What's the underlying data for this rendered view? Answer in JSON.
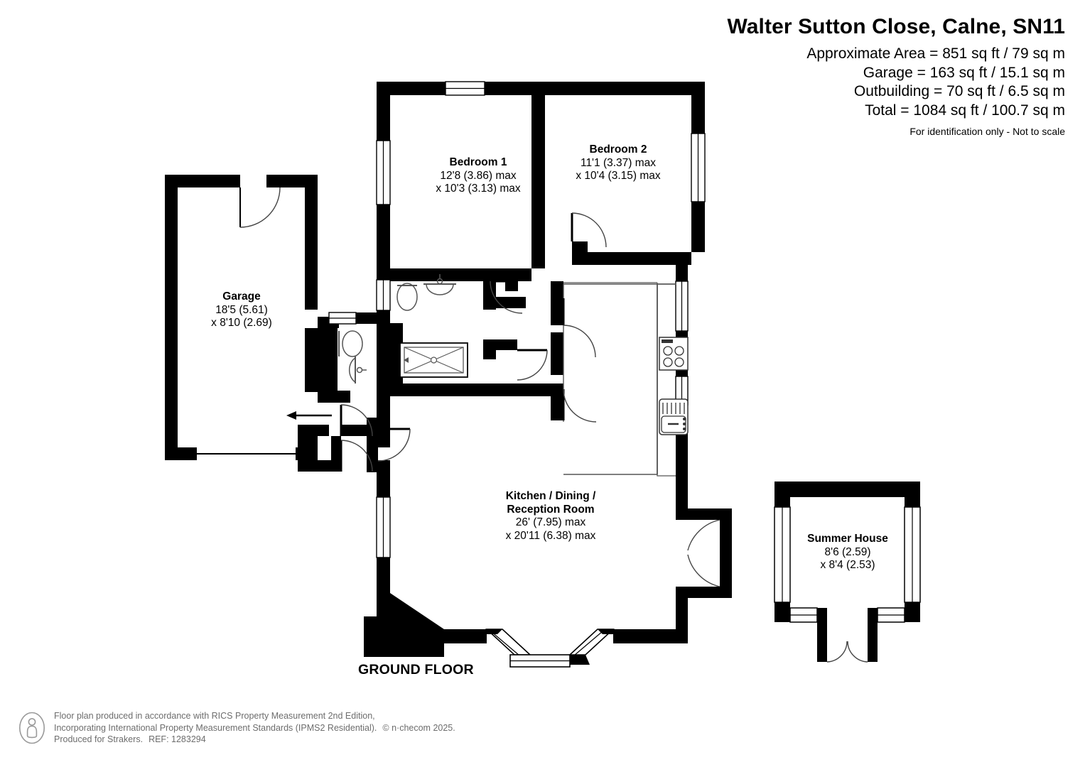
{
  "header": {
    "title": "Walter Sutton Close, Calne, SN11",
    "area_lines": [
      "Approximate Area = 851 sq ft / 79 sq m",
      "Garage = 163 sq ft / 15.1 sq m",
      "Outbuilding = 70 sq ft / 6.5 sq m",
      "Total = 1084 sq ft / 100.7 sq m"
    ],
    "disclaimer": "For identification only - Not to scale"
  },
  "floor_label": "GROUND FLOOR",
  "rooms": [
    {
      "id": "bedroom-1",
      "name": "Bedroom 1",
      "dim_line_1": "12'8 (3.86) max",
      "dim_line_2": "x 10'3 (3.13) max"
    },
    {
      "id": "bedroom-2",
      "name": "Bedroom 2",
      "dim_line_1": "11'1 (3.37) max",
      "dim_line_2": "x 10'4 (3.15) max"
    },
    {
      "id": "garage",
      "name": "Garage",
      "dim_line_1": "18'5 (5.61)",
      "dim_line_2": "x 8'10 (2.69)"
    },
    {
      "id": "kitchen-dining-reception",
      "name_line_1": "Kitchen / Dining /",
      "name_line_2": "Reception Room",
      "dim_line_1": "26' (7.95) max",
      "dim_line_2": "x 20'11 (6.38) max"
    },
    {
      "id": "summer-house",
      "name": "Summer House",
      "dim_line_1": "8'6 (2.59)",
      "dim_line_2": "x 8'4 (2.53)"
    }
  ],
  "fixtures": [
    "wc-icon",
    "basin-icon",
    "bath-icon",
    "hob-icon",
    "sink-icon",
    "shower-icon"
  ],
  "footer": {
    "line_1": "Floor plan produced in accordance with RICS Property Measurement 2nd Edition,",
    "line_2a": "Incorporating International Property Measurement Standards (IPMS2 Residential).",
    "line_2b": "© n·checom 2025.",
    "line_3a": "Produced for Strakers.",
    "line_3b": "REF: 1283294"
  },
  "colors": {
    "wall": "#000000",
    "background": "#ffffff",
    "fixture_stroke": "#555555",
    "footer_text": "#6d6d6d"
  }
}
